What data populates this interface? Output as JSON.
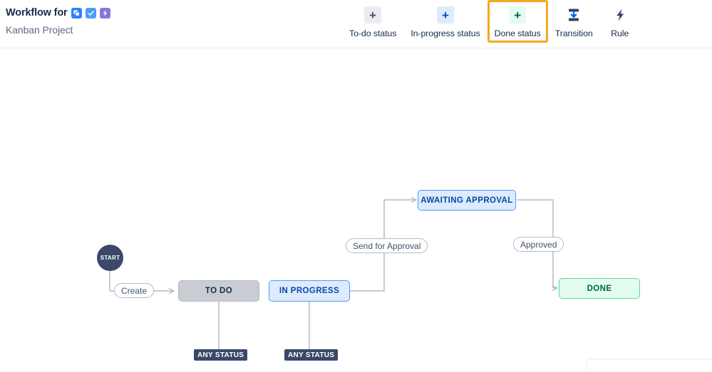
{
  "header": {
    "title": "Workflow for",
    "subtitle": "Kanban Project",
    "badges": [
      {
        "name": "copy-icon",
        "color": "#2684ff"
      },
      {
        "name": "check-icon",
        "color": "#4c9aff"
      },
      {
        "name": "bolt-icon",
        "color": "#8777d9"
      }
    ]
  },
  "toolbar": {
    "items": [
      {
        "label": "To-do status",
        "icon": "plus-icon",
        "icon_bg": "#ebecf0",
        "icon_color": "#42526e",
        "selected": false
      },
      {
        "label": "In-progress status",
        "icon": "plus-icon",
        "icon_bg": "#deebff",
        "icon_color": "#0052cc",
        "selected": false
      },
      {
        "label": "Done status",
        "icon": "plus-icon",
        "icon_bg": "#e3fcef",
        "icon_color": "#006644",
        "selected": true
      },
      {
        "label": "Transition",
        "icon": "transition-icon",
        "icon_bg": "transparent",
        "icon_color": "#344563",
        "selected": false
      },
      {
        "label": "Rule",
        "icon": "bolt-icon",
        "icon_bg": "transparent",
        "icon_color": "#344563",
        "selected": false
      }
    ],
    "selected_highlight_color": "#f5a623"
  },
  "workflow": {
    "start_node": {
      "label": "START",
      "color": "#3b4869"
    },
    "statuses": [
      {
        "id": "todo",
        "label": "TO DO",
        "category": "to-do",
        "fill": "#c9ccd3",
        "border": "#b3b9c4",
        "text": "#172b4d"
      },
      {
        "id": "inprogress",
        "label": "IN PROGRESS",
        "category": "in-progress",
        "fill": "#deebff",
        "border": "#4c9aff",
        "text": "#0747a6"
      },
      {
        "id": "awaiting",
        "label": "AWAITING APPROVAL",
        "category": "in-progress",
        "fill": "#deebff",
        "border": "#4c9aff",
        "text": "#0747a6"
      },
      {
        "id": "done",
        "label": "DONE",
        "category": "done",
        "fill": "#e3fcef",
        "border": "#57d9a3",
        "text": "#006644"
      }
    ],
    "transitions": [
      {
        "id": "create",
        "label": "Create",
        "from": "start",
        "to": "todo"
      },
      {
        "id": "send-for-approval",
        "label": "Send for Approval",
        "from": "inprogress",
        "to": "awaiting"
      },
      {
        "id": "approved",
        "label": "Approved",
        "from": "awaiting",
        "to": "done"
      }
    ],
    "global_transitions": [
      {
        "id": "any-status-todo",
        "label": "ANY STATUS",
        "to": "todo"
      },
      {
        "id": "any-status-inprogress",
        "label": "ANY STATUS",
        "to": "inprogress"
      }
    ],
    "edge_color": "#b3bac5"
  }
}
